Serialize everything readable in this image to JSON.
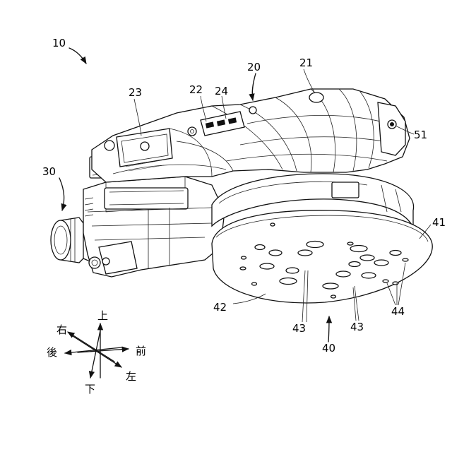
{
  "labels": {
    "ref_10": "10",
    "ref_20": "20",
    "ref_21": "21",
    "ref_22": "22",
    "ref_23": "23",
    "ref_24": "24",
    "ref_30": "30",
    "ref_40": "40",
    "ref_41": "41",
    "ref_42": "42",
    "ref_43a": "43",
    "ref_43b": "43",
    "ref_44": "44",
    "ref_51": "51"
  },
  "directions": {
    "up": "上",
    "down": "下",
    "right": "右",
    "left": "左",
    "front": "前",
    "rear": "後"
  }
}
